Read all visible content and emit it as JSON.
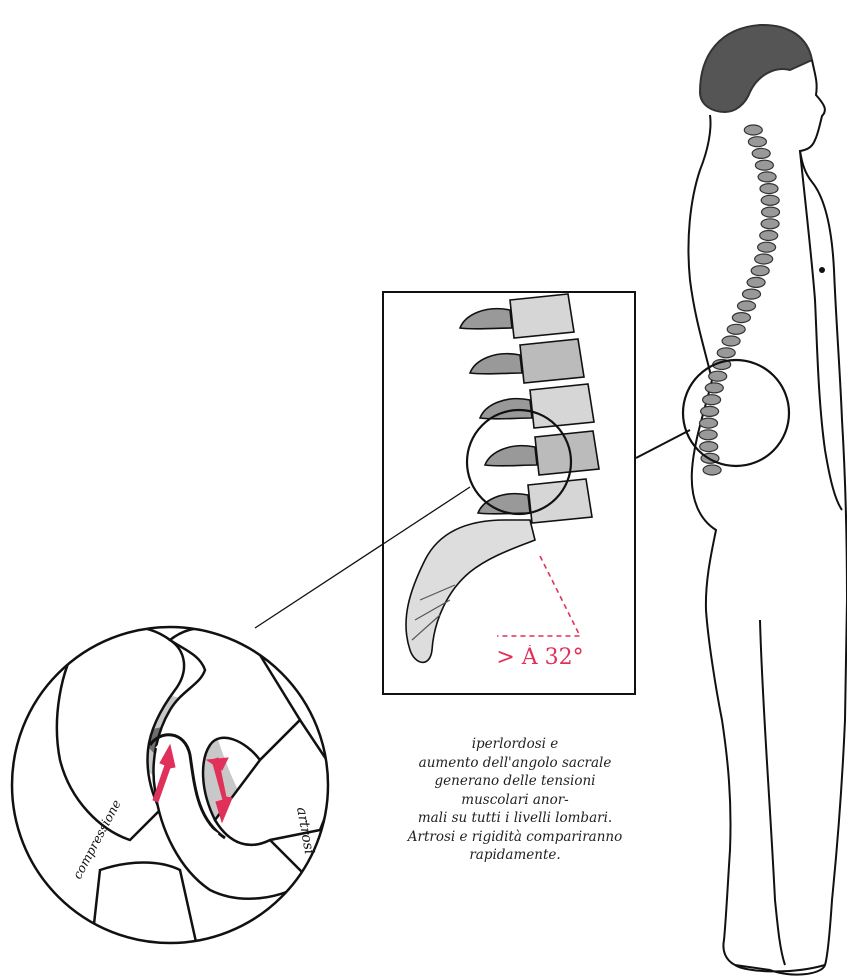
{
  "angle_label": "> À 32°",
  "caption_lines": [
    "iperlordosi e",
    "aumento dell'angolo sacrale",
    "generano delle tensioni",
    "muscolari anor-",
    "mali su tutti i livelli lombari.",
    "Artrosi e rigidità compariranno",
    "rapidamente."
  ],
  "joint_labels": {
    "compression": "compressione",
    "arthrosis": "artrosi"
  },
  "colors": {
    "accent": "#e0315a",
    "ink": "#111111",
    "hair": "#555555"
  }
}
